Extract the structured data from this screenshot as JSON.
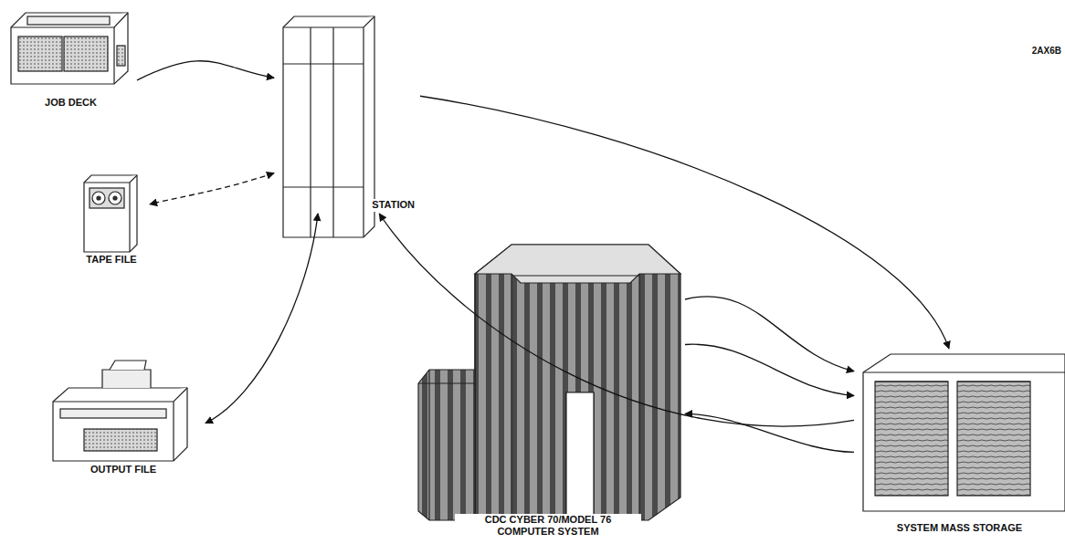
{
  "diagram": {
    "nodes": [
      {
        "text": [
          "JOB DECK"
        ]
      },
      {
        "text": [
          "TAPE FILE"
        ]
      },
      {
        "text": [
          "OUTPUT FILE"
        ]
      },
      {
        "text": [
          "STATION"
        ]
      },
      {
        "text": [
          "CDC CYBER 70/MODEL 76 COMPUTER SYSTEM"
        ]
      },
      {
        "text": [
          "SYSTEM MASS STORAGE"
        ]
      }
    ],
    "edges": [
      {
        "from": 0,
        "to": 3,
        "arrow": "to"
      },
      {
        "from": 3,
        "to": 5,
        "arrow": "to"
      },
      {
        "from": 3,
        "to": 1,
        "arrow": "both"
      },
      {
        "from": 3,
        "to": 2,
        "arrow": "both"
      },
      {
        "from": 4,
        "to": 5,
        "arrow": "to"
      },
      {
        "from": 4,
        "to": 5,
        "arrow": "to"
      },
      {
        "from": 5,
        "to": 4,
        "arrow": "to"
      },
      {
        "from": 5,
        "to": 3,
        "arrow": "to"
      }
    ],
    "labels": [
      "2AX6B"
    ]
  }
}
